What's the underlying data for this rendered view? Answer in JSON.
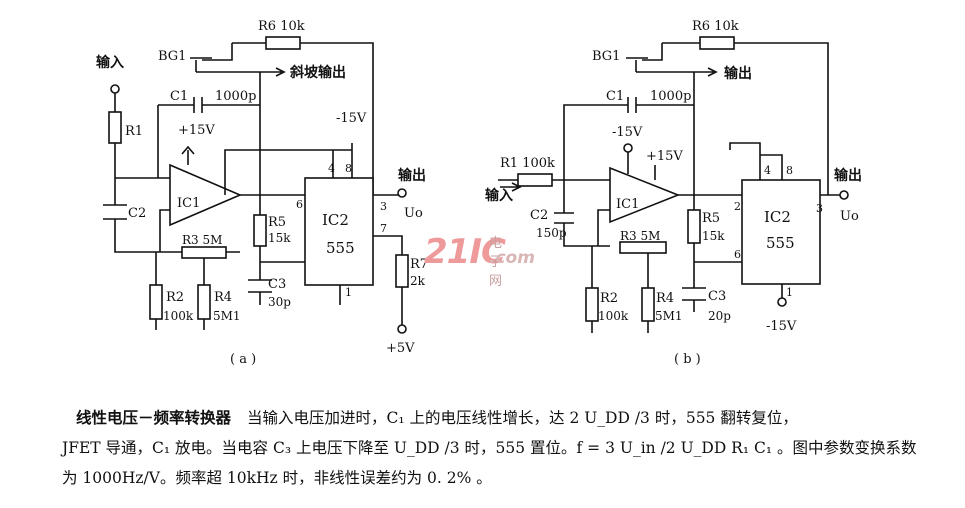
{
  "diagram_a": {
    "label": "( a )",
    "input_label": "输入",
    "ramp_output_label": "斜坡输出",
    "output_label": "输出",
    "uo": "Uo",
    "bg1": "BG1",
    "r6": "R6  10k",
    "c1": "C1",
    "c1_val": "1000p",
    "plus15v": "+15V",
    "minus15v": "-15V",
    "r1": "R1",
    "c2": "C2",
    "ic1": "IC1",
    "r3": "R3  5M",
    "r2": "R2",
    "r2_val": "100k",
    "r4": "R4",
    "r4_val": "5M1",
    "r5": "R5",
    "r5_val": "15k",
    "c3": "C3",
    "c3_val": "30p",
    "ic2": "IC2",
    "ic2_type": "555",
    "r7": "R7",
    "r7_val": "2k",
    "plus5v": "+5V",
    "pins": {
      "p4": "4",
      "p8": "8",
      "p3": "3",
      "p6": "6",
      "p7": "7",
      "p1": "1"
    }
  },
  "diagram_b": {
    "label": "( b )",
    "input_label": "输入",
    "output_label": "输出",
    "output2_label": "输出",
    "uo": "Uo",
    "bg1": "BG1",
    "r6": "R6  10k",
    "c1": "C1",
    "c1_val": "1000p",
    "minus15v": "-15V",
    "plus15v": "+15V",
    "minus15v_b": "-15V",
    "r1": "R1  100k",
    "c2": "C2",
    "c2_val": "150p",
    "ic1": "IC1",
    "r3": "R3  5M",
    "r2": "R2",
    "r2_val": "100k",
    "r4": "R4",
    "r4_val": "5M1",
    "r5": "R5",
    "r5_val": "15k",
    "c3": "C3",
    "c3_val": "20p",
    "ic2": "IC2",
    "ic2_type": "555",
    "pins": {
      "p4": "4",
      "p8": "8",
      "p2": "2",
      "p3": "3",
      "p6": "6",
      "p1": "1"
    }
  },
  "watermark": {
    "big": "21IC",
    "small": "电子网",
    "com": ".com"
  },
  "caption": {
    "title": "线性电压－频率转换器",
    "line1": "当输入电压加进时，C₁ 上的电压线性增长，达 2 U_DD /3 时，555 翻转复位，",
    "line2": "JFET 导通，C₁ 放电。当电容 C₃ 上电压下降至 U_DD /3 时，555 置位。f = 3 U_in /2 U_DD R₁ C₁ 。图中参数变换系数",
    "line3": "为 1000Hz/V。频率超 10kHz 时，非线性误差约为 0. 2% 。"
  }
}
